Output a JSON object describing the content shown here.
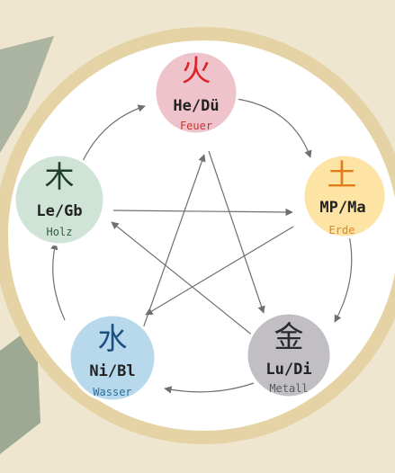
{
  "elements": [
    {
      "id": "fire",
      "glyph": "火",
      "code": "He/Dü",
      "name": "Feuer",
      "fill": "#efc3cb",
      "glyph_color": "#d9242a",
      "name_color": "#c8342e"
    },
    {
      "id": "earth",
      "glyph": "土",
      "code": "MP/Ma",
      "name": "Erde",
      "fill": "#fde3a4",
      "glyph_color": "#e07c1a",
      "name_color": "#d8892a"
    },
    {
      "id": "metal",
      "glyph": "金",
      "code": "Lu/Di",
      "name": "Metall",
      "fill": "#c2bfc4",
      "glyph_color": "#2a2a2a",
      "name_color": "#5a5a5a"
    },
    {
      "id": "water",
      "glyph": "水",
      "code": "Ni/Bl",
      "name": "Wasser",
      "fill": "#b8d9ec",
      "glyph_color": "#1e4f82",
      "name_color": "#2c6d9a"
    },
    {
      "id": "wood",
      "glyph": "木",
      "code": "Le/Gb",
      "name": "Holz",
      "fill": "#cfe3d6",
      "glyph_color": "#1f3d2c",
      "name_color": "#2f5e3f"
    }
  ],
  "colors": {
    "page_background": "#efe6cf",
    "outer_ring": "#e5d3a6",
    "inner_disc": "#ffffff",
    "arrow": "#6f6f6f",
    "code_text": "#222222",
    "photo_tint": "#8e9f88"
  }
}
